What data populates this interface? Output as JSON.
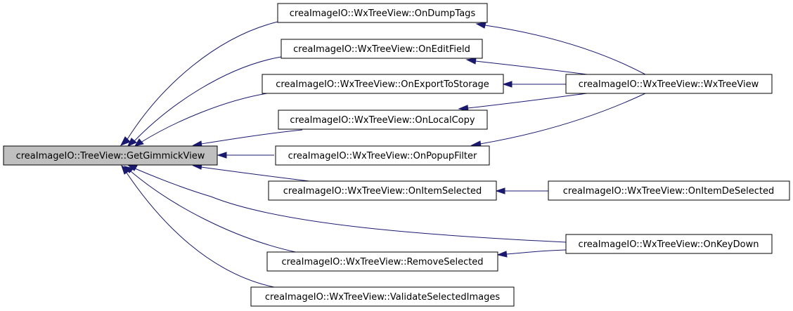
{
  "graph": {
    "root": "creaImageIO::TreeView::GetGimmickView",
    "nodes": [
      {
        "id": "root",
        "label": "creaImageIO::TreeView::GetGimmickView"
      },
      {
        "id": "dumptags",
        "label": "creaImageIO::WxTreeView::OnDumpTags"
      },
      {
        "id": "editfield",
        "label": "creaImageIO::WxTreeView::OnEditField"
      },
      {
        "id": "exportstorage",
        "label": "creaImageIO::WxTreeView::OnExportToStorage"
      },
      {
        "id": "localcopy",
        "label": "creaImageIO::WxTreeView::OnLocalCopy"
      },
      {
        "id": "popupfilter",
        "label": "creaImageIO::WxTreeView::OnPopupFilter"
      },
      {
        "id": "itemselected",
        "label": "creaImageIO::WxTreeView::OnItemSelected"
      },
      {
        "id": "removeselected",
        "label": "creaImageIO::WxTreeView::RemoveSelected"
      },
      {
        "id": "validate",
        "label": "creaImageIO::WxTreeView::ValidateSelectedImages"
      },
      {
        "id": "wxtreeview",
        "label": "creaImageIO::WxTreeView::WxTreeView"
      },
      {
        "id": "itemdeselected",
        "label": "creaImageIO::WxTreeView::OnItemDeSelected"
      },
      {
        "id": "keydown",
        "label": "creaImageIO::WxTreeView::OnKeyDown"
      }
    ],
    "edges": [
      {
        "from": "dumptags",
        "to": "root"
      },
      {
        "from": "editfield",
        "to": "root"
      },
      {
        "from": "exportstorage",
        "to": "root"
      },
      {
        "from": "localcopy",
        "to": "root"
      },
      {
        "from": "popupfilter",
        "to": "root"
      },
      {
        "from": "itemselected",
        "to": "root"
      },
      {
        "from": "removeselected",
        "to": "root"
      },
      {
        "from": "validate",
        "to": "root"
      },
      {
        "from": "keydown",
        "to": "root"
      },
      {
        "from": "wxtreeview",
        "to": "dumptags"
      },
      {
        "from": "wxtreeview",
        "to": "editfield"
      },
      {
        "from": "wxtreeview",
        "to": "exportstorage"
      },
      {
        "from": "wxtreeview",
        "to": "localcopy"
      },
      {
        "from": "wxtreeview",
        "to": "popupfilter"
      },
      {
        "from": "itemdeselected",
        "to": "itemselected"
      },
      {
        "from": "keydown",
        "to": "removeselected"
      }
    ]
  }
}
